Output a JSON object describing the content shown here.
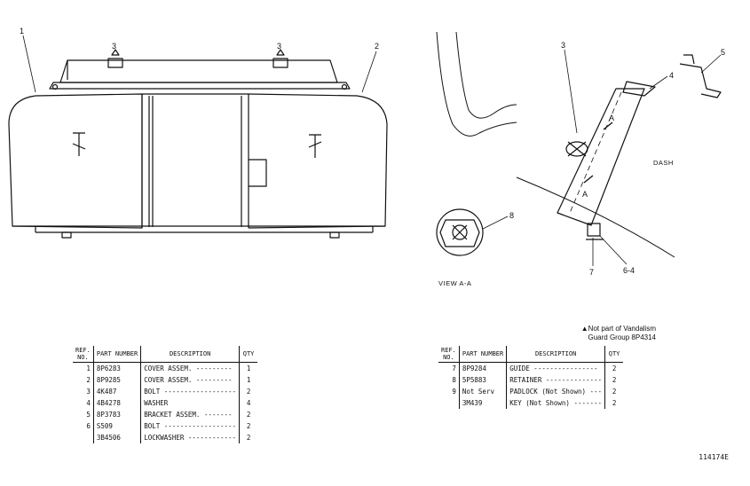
{
  "callouts": {
    "c1": "1",
    "c2": "2",
    "c3a": "3",
    "c3b": "3",
    "c3c": "3",
    "c4": "4",
    "c5": "5",
    "c6": "6-4",
    "c7": "7",
    "c8": "8",
    "dash": "DASH",
    "section_a1": "A",
    "section_a2": "A"
  },
  "view_label": "VIEW A-A",
  "note": {
    "line1": "▲Not part of Vandalism",
    "line2": "Guard Group 8P4314"
  },
  "table_left": {
    "headers": {
      "ref": "REF. NO.",
      "part": "PART NUMBER",
      "desc": "DESCRIPTION",
      "qty": "QTY"
    },
    "rows": [
      {
        "ref": "1",
        "part": "8P6283",
        "desc": "COVER  ASSEM. ---------",
        "qty": "1"
      },
      {
        "ref": "2",
        "part": "8P9285",
        "desc": "COVER  ASSEM. ---------",
        "qty": "1"
      },
      {
        "ref": "3",
        "part": "4K487",
        "desc": "BOLT ------------------",
        "qty": "2"
      },
      {
        "ref": "4",
        "part": "4B4278",
        "desc": "WASHER",
        "qty": "4"
      },
      {
        "ref": "5",
        "part": "8P3783",
        "desc": "BRACKET  ASSEM. -------",
        "qty": "2"
      },
      {
        "ref": "6",
        "part": "S509",
        "desc": "BOLT ------------------",
        "qty": "2"
      },
      {
        "ref": "",
        "part": "3B4506",
        "desc": "LOCKWASHER ------------",
        "qty": "2"
      }
    ]
  },
  "table_right": {
    "headers": {
      "ref": "REF. NO.",
      "part": "PART NUMBER",
      "desc": "DESCRIPTION",
      "qty": "QTY"
    },
    "rows": [
      {
        "ref": "7",
        "part": "8P9284",
        "desc": "GUIDE ----------------",
        "qty": "2"
      },
      {
        "ref": "8",
        "part": "5P5883",
        "desc": "RETAINER --------------",
        "qty": "2"
      },
      {
        "ref": "9",
        "part": "Not Serv",
        "desc": "PADLOCK (Not Shown) ---",
        "qty": "2"
      },
      {
        "ref": "",
        "part": "3M439",
        "desc": "KEY (Not Shown) -------",
        "qty": "2"
      }
    ]
  },
  "drawing_number": "114174E"
}
